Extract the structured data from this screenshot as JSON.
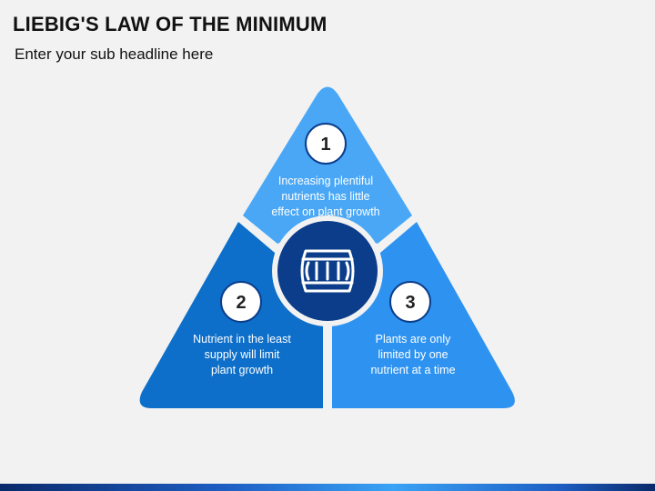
{
  "header": {
    "title": "LIEBIG'S LAW OF THE MINIMUM",
    "subtitle": "Enter your sub headline here"
  },
  "segments": [
    {
      "number": "1",
      "lines": [
        "Increasing plentiful",
        "nutrients has little",
        "effect on plant growth"
      ],
      "color": "#49a7f5"
    },
    {
      "number": "2",
      "lines": [
        "Nutrient in the least",
        "supply will limit",
        "plant growth"
      ],
      "color": "#0d6fc9"
    },
    {
      "number": "3",
      "lines": [
        "Plants are only",
        "limited by one",
        "nutrient at a time"
      ],
      "color": "#2e93f0"
    }
  ],
  "center": {
    "icon": "barrel-icon",
    "color": "#0b3d8a"
  },
  "colors": {
    "border": "#0b3d8a",
    "background": "#f2f2f2"
  }
}
